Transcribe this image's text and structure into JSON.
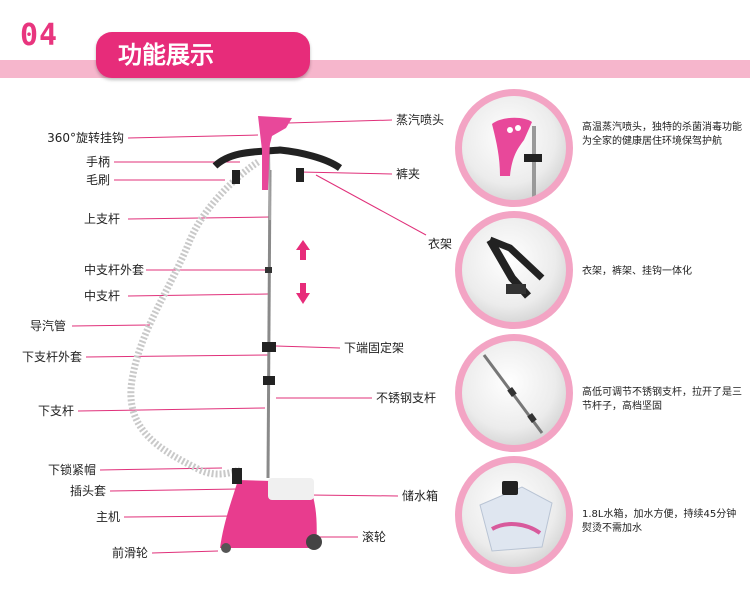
{
  "header": {
    "number": "04",
    "title": "功能展示"
  },
  "left_labels": [
    "360°旋转挂钩",
    "手柄",
    "毛刷",
    "上支杆",
    "中支杆外套",
    "中支杆",
    "导汽管",
    "下支杆外套",
    "下支杆",
    "下锁紧帽",
    "插头套",
    "主机",
    "前滑轮"
  ],
  "right_labels": [
    "蒸汽喷头",
    "裤夹",
    "衣架",
    "下端固定架",
    "不锈钢支杆",
    "储水箱",
    "滚轮"
  ],
  "features": [
    {
      "description": "高温蒸汽喷头，独特的杀菌消毒功能为全家的健康居住环境保驾护航"
    },
    {
      "description": "衣架，裤架、挂钩一体化"
    },
    {
      "description": "高低可调节不锈钢支杆，拉开了是三节杆子，高档坚固"
    },
    {
      "description": "1.8L水箱，加水方便，持续45分钟熨烫不需加水"
    }
  ],
  "colors": {
    "accent": "#e72c7a",
    "band": "#f6b6cc",
    "ring": "#f3a4c4",
    "pointer": "#e0307a"
  },
  "icons": [
    "up-arrow-icon",
    "down-arrow-icon"
  ]
}
